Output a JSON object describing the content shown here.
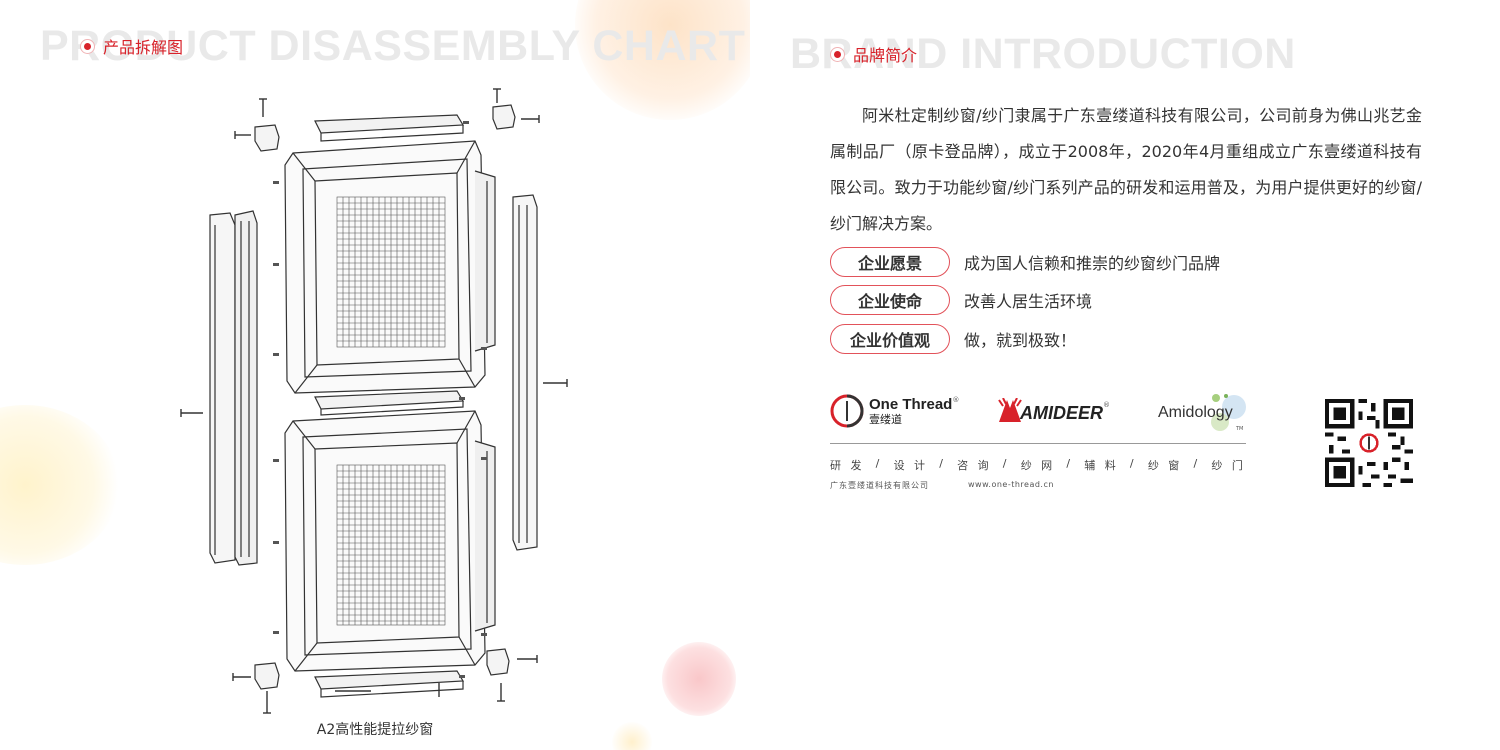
{
  "left_page": {
    "bg_title": "PRODUCT DISASSEMBLY CHART",
    "section_title": "产品拆解图",
    "caption": "A2高性能提拉纱窗"
  },
  "right_page": {
    "bg_title": "BRAND INTRODUCTION",
    "section_title": "品牌简介",
    "intro": "阿米杜定制纱窗/纱门隶属于广东壹缕道科技有限公司，公司前身为佛山兆艺金属制品厂（原卡登品牌），成立于2008年，2020年4月重组成立广东壹缕道科技有限公司。致力于功能纱窗/纱门系列产品的研发和运用普及，为用户提供更好的纱窗/纱门解决方案。",
    "values": [
      {
        "label": "企业愿景",
        "text": "成为国人信赖和推崇的纱窗纱门品牌"
      },
      {
        "label": "企业使命",
        "text": "改善人居生活环境"
      },
      {
        "label": "企业价值观",
        "text": "做，就到极致！"
      }
    ],
    "logos": {
      "one_thread": {
        "name": "One Thread",
        "reg": "®",
        "cn": "壹缕道"
      },
      "amideer": {
        "name": "AMIDEER",
        "reg": "®"
      },
      "amidology": {
        "name": "Amidology",
        "tm": "TM"
      }
    },
    "services": [
      "研 发",
      "/",
      "设 计",
      "/",
      "咨 询",
      "/",
      "纱 网",
      "/",
      "辅 料",
      "/",
      "纱 窗",
      "/",
      "纱 门"
    ],
    "company": "广东壹缕道科技有限公司",
    "website": "www.one-thread.cn"
  },
  "colors": {
    "accent": "#d8222a",
    "pill_border": "#e2525a",
    "bg_title": "#e9e9e9"
  },
  "icons": [
    "bullet-dot-icon",
    "one-thread-logo",
    "amideer-logo",
    "amidology-logo",
    "qr-code-icon"
  ]
}
